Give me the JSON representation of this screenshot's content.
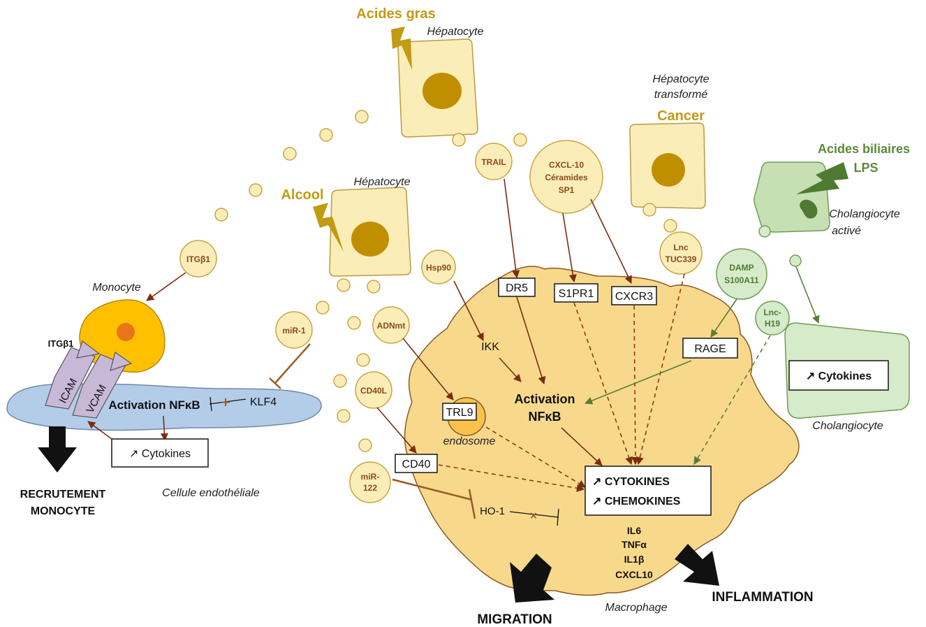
{
  "triggers": {
    "fatty_acids": "Acides gras",
    "alcohol": "Alcool",
    "cancer": "Cancer",
    "bile_acids": "Acides biliaires",
    "lps": "LPS"
  },
  "cells": {
    "hepatocyte_top": "Hépatocyte",
    "hepatocyte_mid": "Hépatocyte",
    "transformed_line1": "Hépatocyte",
    "transformed_line2": "transformé",
    "activated_chol_line1": "Cholangiocyte",
    "activated_chol_line2": "activé",
    "cholangiocyte": "Cholangiocyte",
    "monocyte": "Monocyte",
    "endothelial": "Cellule endothéliale",
    "macrophage": "Macrophage",
    "endosome": "endosome"
  },
  "vesicles": {
    "itgb1": "ITGβ1",
    "mir1": "miR-1",
    "hsp90": "Hsp90",
    "adnmt": "ADNmt",
    "cd40l": "CD40L",
    "mir122_line1": "miR-",
    "mir122_line2": "122",
    "trail": "TRAIL",
    "cxcl_line1": "CXCL-10",
    "cxcl_line2": "Céramides",
    "cxcl_line3": "SP1",
    "lnc_line1": "Lnc",
    "lnc_line2": "TUC339",
    "damp_line1": "DAMP",
    "damp_line2": "S100A11",
    "lnch19_line1": "Lnc-",
    "lnch19_line2": "H19"
  },
  "receptors": {
    "dr5": "DR5",
    "s1pr1": "S1PR1",
    "cxcr3": "CXCR3",
    "rage": "RAGE",
    "trl9": "TRL9",
    "cd40": "CD40"
  },
  "endothelial": {
    "itgb1": "ITGβ1",
    "icam": "ICAM",
    "vcam": "VCAM",
    "activation": "Activation NFκB",
    "klf4": "KLF4",
    "cytokines": "↗ Cytokines"
  },
  "macrophage": {
    "ikk": "IKK",
    "activation_line1": "Activation",
    "activation_line2": "NFκB",
    "cytokines": "↗ CYTOKINES",
    "chemokines": "↗ CHEMOKINES",
    "ho1": "HO-1",
    "il6": "IL6",
    "tnfa": "TNFα",
    "il1b": "IL1β",
    "cxcl10": "CXCL10"
  },
  "cholangiocyte": {
    "cytokines": "↗ Cytokines"
  },
  "outcomes": {
    "recruitment_line1": "RECRUTEMENT",
    "recruitment_line2": "MONOCYTE",
    "migration": "MIGRATION",
    "inflammation": "INFLAMMATION"
  },
  "colors": {
    "hepatocyte": "#fbedb8",
    "nucleus": "#c08f00",
    "macrophage": "#f8d98c",
    "endothelial": "#b3cde9",
    "monocyte": "#ffc000",
    "cholangiocyte": "#d6ebc9",
    "arrow_brown": "#7a2d12",
    "arrow_green": "#5b7e35"
  }
}
